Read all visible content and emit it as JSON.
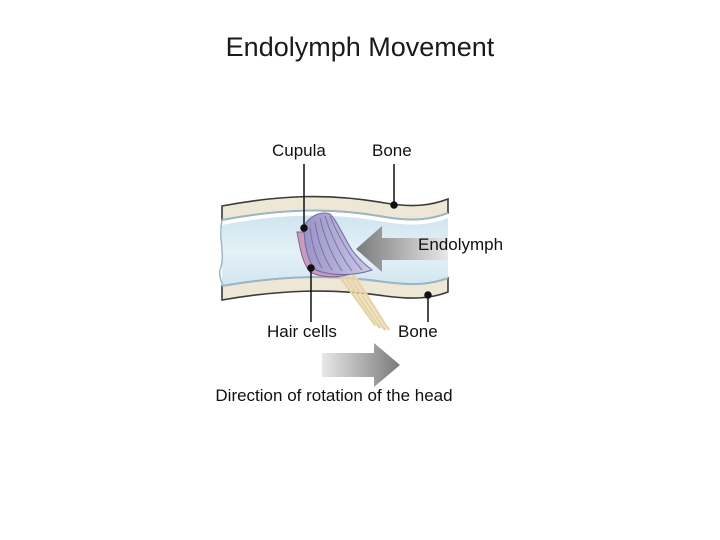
{
  "title": "Endolymph Movement",
  "labels": {
    "cupula": "Cupula",
    "bone_top": "Bone",
    "endolymph": "Endolymph",
    "hair_cells": "Hair cells",
    "bone_bottom": "Bone",
    "direction": "Direction of rotation of the head"
  },
  "colors": {
    "fluid": "#d8ebf3",
    "bone": "#efe7d6",
    "cupula": "#b8b4d8",
    "hair_cells": "#c89cc0",
    "nerve": "#e6d2a4",
    "arrow": "#8a8a8a"
  }
}
